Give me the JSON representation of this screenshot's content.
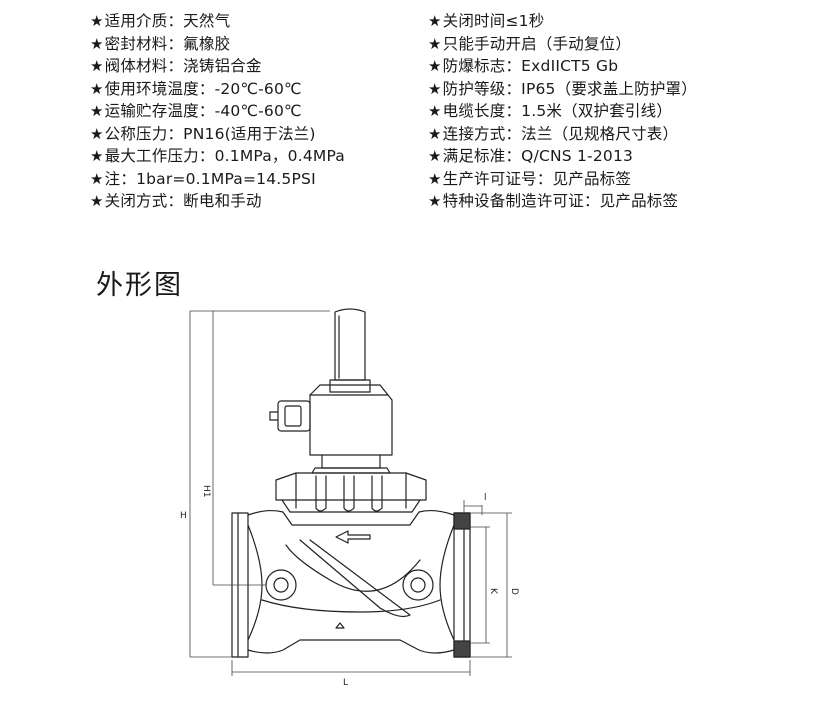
{
  "specs_left": [
    {
      "label": "适用介质",
      "value": "天然气"
    },
    {
      "label": "密封材料",
      "value": "氟橡胶"
    },
    {
      "label": "阀体材料",
      "value": "浇铸铝合金"
    },
    {
      "label": "使用环境温度",
      "value": "-20℃-60℃"
    },
    {
      "label": "运输贮存温度",
      "value": "-40℃-60℃"
    },
    {
      "label": "公称压力",
      "value": "PN16(适用于法兰)"
    },
    {
      "label": "最大工作压力",
      "value": "0.1MPa，0.4MPa"
    },
    {
      "label": "注",
      "value": "1bar=0.1MPa=14.5PSI"
    },
    {
      "label": "关闭方式",
      "value": "断电和手动"
    }
  ],
  "specs_right": [
    {
      "text": "关闭时间≤1秒"
    },
    {
      "text": "只能手动开启（手动复位）"
    },
    {
      "label": "防爆标志",
      "value": "ExdIICT5 Gb"
    },
    {
      "label": "防护等级",
      "value": "IP65（要求盖上防护罩）"
    },
    {
      "label": "电缆长度",
      "value": "1.5米（双护套引线）"
    },
    {
      "label": "连接方式",
      "value": "法兰（见规格尺寸表）"
    },
    {
      "label": "满足标准",
      "value": "Q/CNS 1-2013"
    },
    {
      "label": "生产许可证号",
      "value": "见产品标签"
    },
    {
      "label": "特种设备制造许可证",
      "value": "见产品标签"
    }
  ],
  "star_symbol": "★",
  "separator": "：",
  "section_title": "外形图",
  "dimension_labels": {
    "H": "H",
    "H1": "H1",
    "L": "L",
    "D": "D",
    "K": "K",
    "l": "l"
  }
}
